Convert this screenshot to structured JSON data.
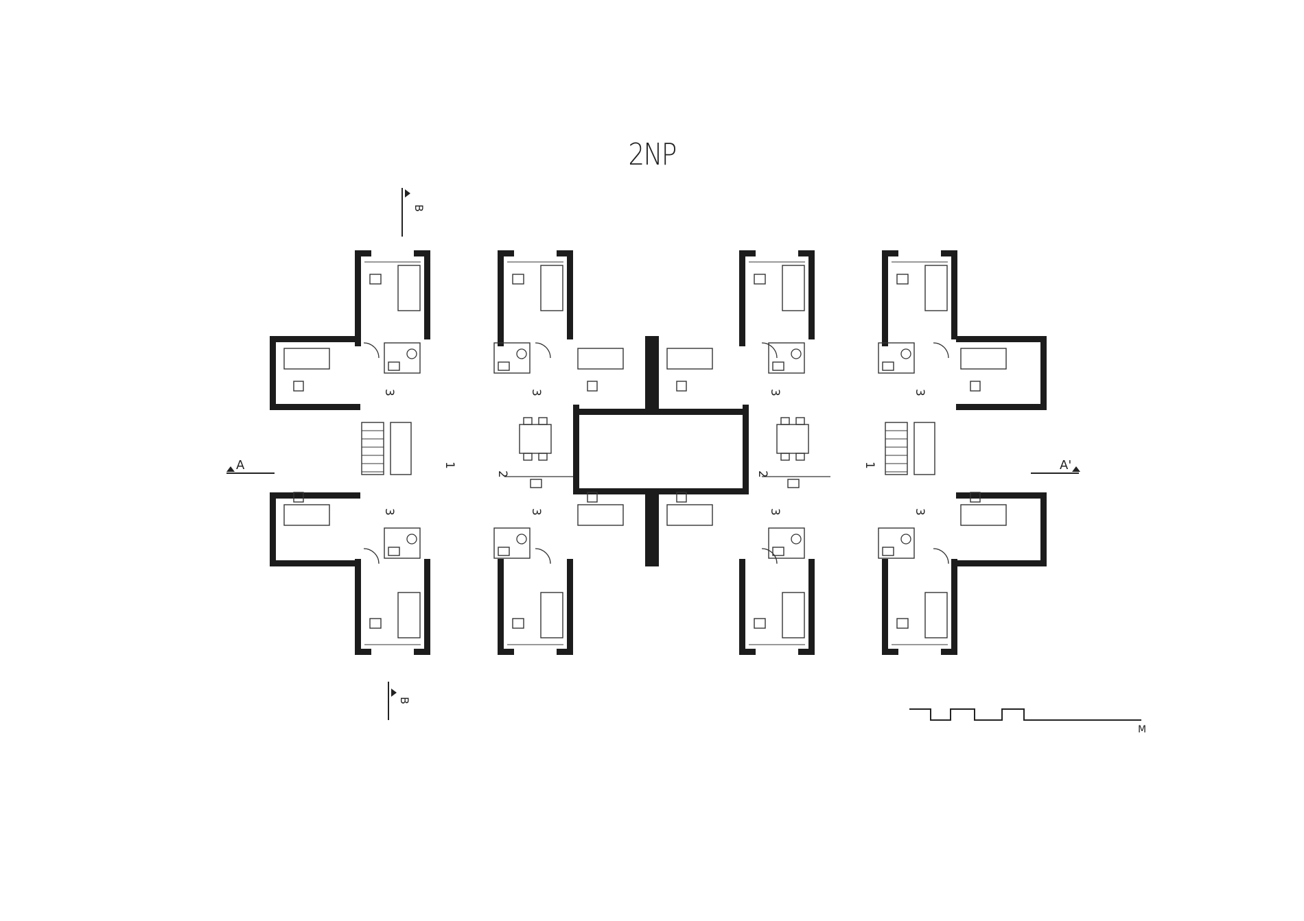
{
  "drawing": {
    "title": "2NP",
    "section_a_left": "A",
    "section_a_right": "A'",
    "section_b": "B",
    "scale_unit": "M",
    "room_number_hall": "1",
    "room_number_kitchen": "2",
    "room_number_room": "3"
  },
  "colors": {
    "wall": "#1c1c1c",
    "line": "#333333",
    "paper": "#ffffff"
  }
}
